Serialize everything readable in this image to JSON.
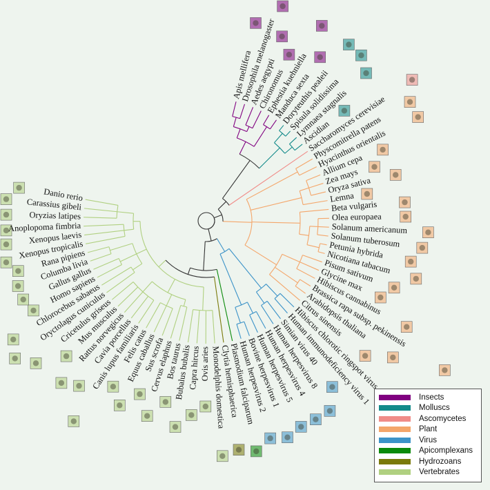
{
  "colors": {
    "Insects": "#800080",
    "Molluscs": "#138a8a",
    "Ascomycetes": "#f08c88",
    "Plant": "#f4a66a",
    "Virus": "#3c93c8",
    "Apicomplexans": "#0a8a0a",
    "Hydrozoans": "#7a7a0a",
    "Vertebrates": "#b0d080",
    "backbone": "#333333"
  },
  "legend": [
    {
      "label": "Insects",
      "group": "Insects"
    },
    {
      "label": "Molluscs",
      "group": "Molluscs"
    },
    {
      "label": "Ascomycetes",
      "group": "Ascomycetes"
    },
    {
      "label": "Plant",
      "group": "Plant"
    },
    {
      "label": "Virus",
      "group": "Virus"
    },
    {
      "label": "Apicomplexans",
      "group": "Apicomplexans"
    },
    {
      "label": "Hydrozoans",
      "group": "Hydrozoans"
    },
    {
      "label": "Vertebrates",
      "group": "Vertebrates"
    }
  ],
  "taxa": [
    {
      "name": "Apis mellifera",
      "group": "Insects"
    },
    {
      "name": "Drosophila melanogaster",
      "group": "Insects"
    },
    {
      "name": "Aedes aegypti",
      "group": "Insects"
    },
    {
      "name": "Chironomus",
      "group": "Insects"
    },
    {
      "name": "Ephestia kuehniella",
      "group": "Insects"
    },
    {
      "name": "Manduca sexta",
      "group": "Insects"
    },
    {
      "name": "Doryteuthis pealeii",
      "group": "Molluscs"
    },
    {
      "name": "Spisula solidissima",
      "group": "Molluscs"
    },
    {
      "name": "Lymnaea stagnalis",
      "group": "Molluscs"
    },
    {
      "name": "Ascidian",
      "group": "Molluscs"
    },
    {
      "name": "Saccharomyces cerevisiae",
      "group": "Ascomycetes"
    },
    {
      "name": "Physcomitrella patens",
      "group": "Plant"
    },
    {
      "name": "Hyacinthus orientalis",
      "group": "Plant"
    },
    {
      "name": "Allium cepa",
      "group": "Plant"
    },
    {
      "name": "Zea mays",
      "group": "Plant"
    },
    {
      "name": "Oryza sativa",
      "group": "Plant"
    },
    {
      "name": "Lemna",
      "group": "Plant"
    },
    {
      "name": "Beta vulgaris",
      "group": "Plant"
    },
    {
      "name": "Olea europaea",
      "group": "Plant"
    },
    {
      "name": "Solanum americanum",
      "group": "Plant"
    },
    {
      "name": "Solanum tuberosum",
      "group": "Plant"
    },
    {
      "name": "Petunia hybrida",
      "group": "Plant"
    },
    {
      "name": "Nicotiana tabacum",
      "group": "Plant"
    },
    {
      "name": "Pisum sativum",
      "group": "Plant"
    },
    {
      "name": "Glycine max",
      "group": "Plant"
    },
    {
      "name": "Hibiscus cannabinus",
      "group": "Plant"
    },
    {
      "name": "Brassica rapa subsp. pekinensis",
      "group": "Plant"
    },
    {
      "name": "Arabidopsis thaliana",
      "group": "Plant"
    },
    {
      "name": "Citrus sinensis",
      "group": "Plant"
    },
    {
      "name": "Hibiscus chlorotic ringspot virus",
      "group": "Virus"
    },
    {
      "name": "Human immunodeficiency virus 1",
      "group": "Virus"
    },
    {
      "name": "Simian virus 40",
      "group": "Virus"
    },
    {
      "name": "Human herpesvirus 8",
      "group": "Virus"
    },
    {
      "name": "Human herpesvirus 4",
      "group": "Virus"
    },
    {
      "name": "Human herpesvirus 5",
      "group": "Virus"
    },
    {
      "name": "Bovine herpesvirus 1",
      "group": "Virus"
    },
    {
      "name": "Human herpesvirus 2",
      "group": "Virus"
    },
    {
      "name": "Plasmodium falciparum",
      "group": "Apicomplexans"
    },
    {
      "name": "Clytia hemisphaerica",
      "group": "Hydrozoans"
    },
    {
      "name": "Monodelphis domestica",
      "group": "Vertebrates"
    },
    {
      "name": "Ovis aries",
      "group": "Vertebrates"
    },
    {
      "name": "Capra hircus",
      "group": "Vertebrates"
    },
    {
      "name": "Bubalus bubalis",
      "group": "Vertebrates"
    },
    {
      "name": "Bos taurus",
      "group": "Vertebrates"
    },
    {
      "name": "Cervus elaphus",
      "group": "Vertebrates"
    },
    {
      "name": "Sus scrofa",
      "group": "Vertebrates"
    },
    {
      "name": "Equus caballus",
      "group": "Vertebrates"
    },
    {
      "name": "Felis catus",
      "group": "Vertebrates"
    },
    {
      "name": "Canis lupus familiaris",
      "group": "Vertebrates"
    },
    {
      "name": "Cavia porcellus",
      "group": "Vertebrates"
    },
    {
      "name": "Rattus norvegicus",
      "group": "Vertebrates"
    },
    {
      "name": "Mus musculus",
      "group": "Vertebrates"
    },
    {
      "name": "Cricetulus griseus",
      "group": "Vertebrates"
    },
    {
      "name": "Oryctolagus cuniculus",
      "group": "Vertebrates"
    },
    {
      "name": "Chlorocebus sabaeus",
      "group": "Vertebrates"
    },
    {
      "name": "Homo sapiens",
      "group": "Vertebrates"
    },
    {
      "name": "Gallus gallus",
      "group": "Vertebrates"
    },
    {
      "name": "Columba livia",
      "group": "Vertebrates"
    },
    {
      "name": "Rana pipiens",
      "group": "Vertebrates"
    },
    {
      "name": "Xenopus tropicalis",
      "group": "Vertebrates"
    },
    {
      "name": "Xenopus laevis",
      "group": "Vertebrates"
    },
    {
      "name": "Anoplopoma fimbria",
      "group": "Vertebrates"
    },
    {
      "name": "Oryzias latipes",
      "group": "Vertebrates"
    },
    {
      "name": "Carassius gibeli",
      "group": "Vertebrates"
    },
    {
      "name": "Danio rerio",
      "group": "Vertebrates"
    }
  ]
}
